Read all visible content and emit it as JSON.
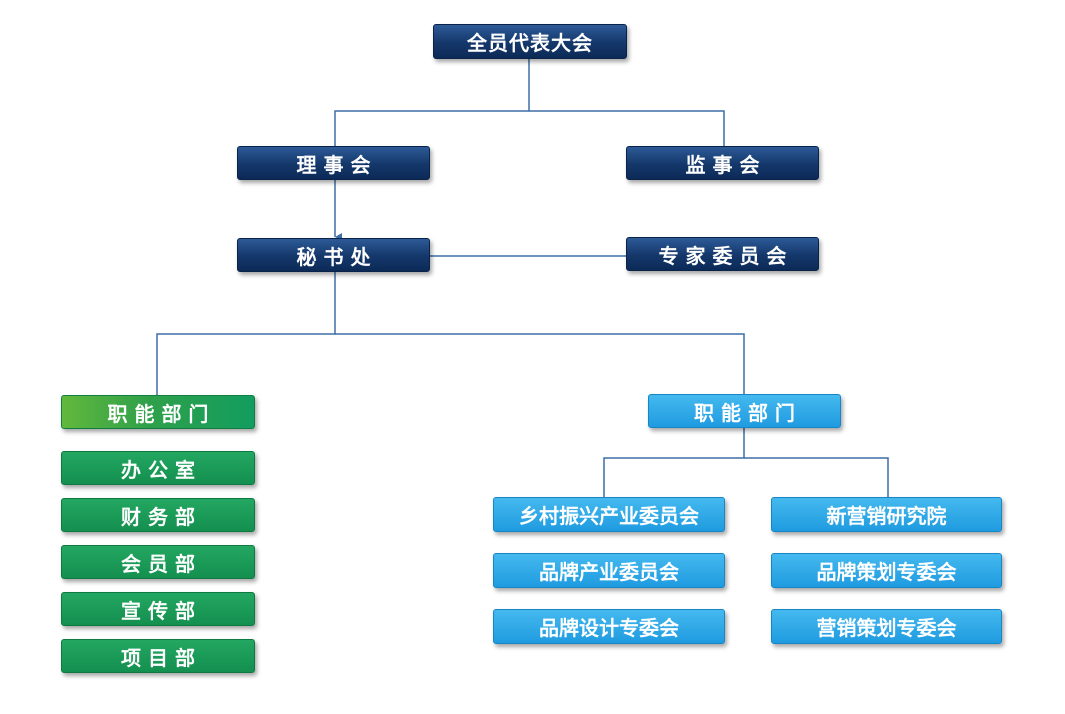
{
  "diagram": {
    "colors": {
      "navy": "#14376a",
      "green": "#148f4f",
      "sky_blue": "#1f9be0",
      "connector": "#3d6ea6"
    },
    "top": {
      "label": "全员代表大会"
    },
    "council": {
      "label": "理 事 会"
    },
    "supervisors": {
      "label": "监 事 会"
    },
    "secretariat": {
      "label": "秘 书 处"
    },
    "experts": {
      "label": "专 家 委 员 会"
    },
    "left_branch": {
      "header": "职 能 部 门",
      "items": [
        "办 公 室",
        "财 务 部",
        "会 员 部",
        "宣 传 部",
        "项 目 部"
      ]
    },
    "right_branch": {
      "header": "职 能 部 门",
      "left_column": [
        "乡村振兴产业委员会",
        "品牌产业委员会",
        "品牌设计专委会"
      ],
      "right_column": [
        "新营销研究院",
        "品牌策划专委会",
        "营销策划专委会"
      ]
    }
  }
}
